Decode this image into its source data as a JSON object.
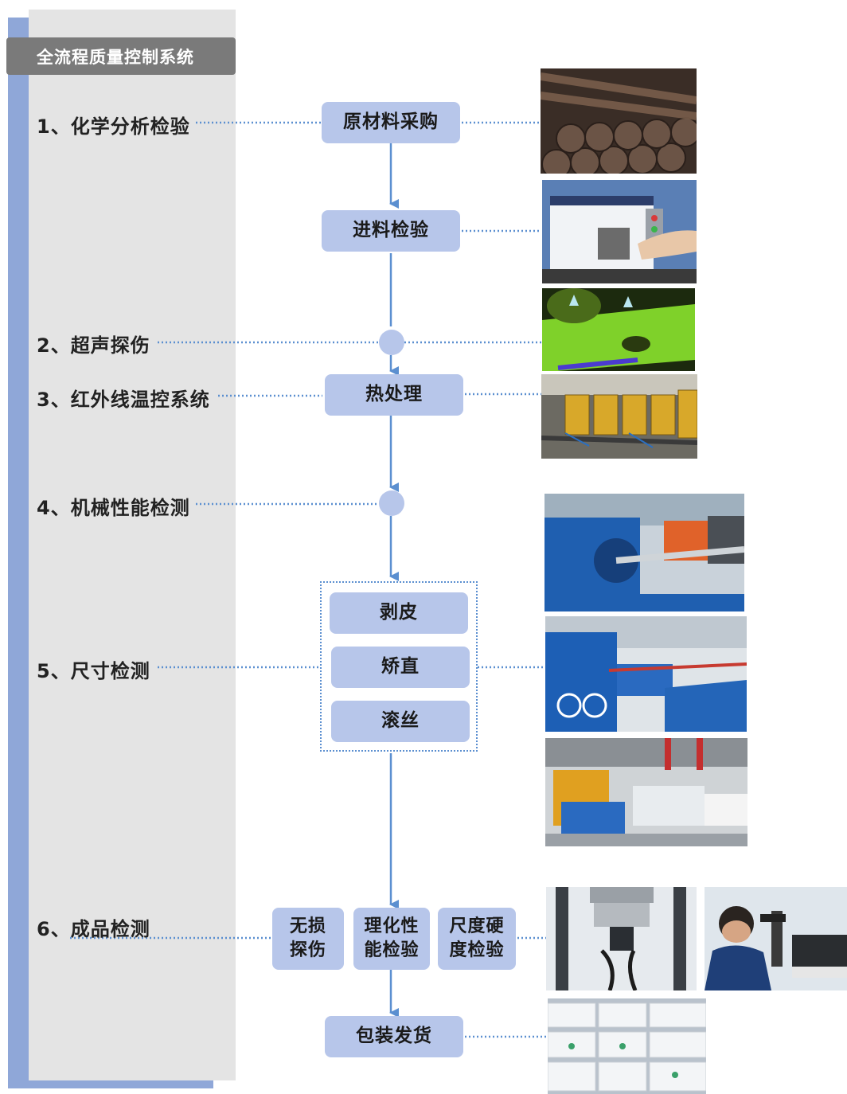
{
  "title": "全流程质量控制系统",
  "checks": [
    {
      "label": "1、化学分析检验"
    },
    {
      "label": "2、超声探伤"
    },
    {
      "label": "3、红外线温控系统"
    },
    {
      "label": "4、机械性能检测"
    },
    {
      "label": "5、尺寸检测"
    },
    {
      "label": "6、成品检测"
    }
  ],
  "steps": {
    "raw_material": "原材料采购",
    "incoming": "进料检验",
    "heat": "热处理",
    "peeling": "剥皮",
    "straightening": "矫直",
    "thread_rolling": "滚丝",
    "ndt": "无损探伤",
    "physchem": "理化性能检验",
    "size_hardness": "尺度硬度检验",
    "packing": "包装发货"
  },
  "colors": {
    "panel": "#e4e4e4",
    "panel_accent": "#8fa7d8",
    "title_bg": "#7a7a7a",
    "box": "#b7c6ea",
    "line": "#5b8fd0"
  },
  "photos": [
    {
      "name": "steel-bars-photo"
    },
    {
      "name": "spectrometer-photo"
    },
    {
      "name": "ultrasonic-inspection-photo"
    },
    {
      "name": "heat-treatment-line-photo"
    },
    {
      "name": "peeling-machine-photo"
    },
    {
      "name": "straightening-machine-photo"
    },
    {
      "name": "thread-rolling-workshop-photo"
    },
    {
      "name": "tensile-tester-photo"
    },
    {
      "name": "microscope-inspection-photo"
    },
    {
      "name": "packed-bars-photo"
    }
  ]
}
